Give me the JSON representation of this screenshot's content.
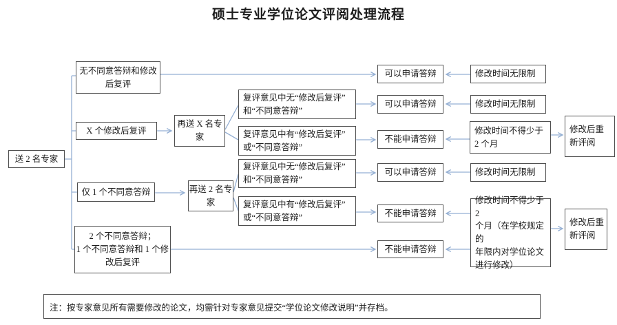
{
  "title": "硕士专业学位论文评阅处理流程",
  "colors": {
    "border": "#4f4f4f",
    "connector": "#94afd3",
    "text": "#1c1c1c"
  },
  "nodes": {
    "start": "送 2 名专家",
    "b1": "无不同意答辩和修改\n后复评",
    "b2": "X 个修改后复评",
    "b3": "仅 1 个不同意答辩",
    "b4": "2 个不同意答辩；\n1 个不同意答辩和 1 个修\n改后复评",
    "m1": "再送 X 名专\n家",
    "m2": "再送 2 名专\n家",
    "c1": "复评意见中无“修改后复评”\n和“不同意答辩”",
    "c2": "复评意见中有“修改后复评”\n或“不同意答辩”",
    "c3": "复评意见中无“修改后复评”\n和“不同意答辩”",
    "c4": "复评意见中有“修改后复评”\n或“不同意答辩”",
    "r1": "可以申请答辩",
    "r2": "可以申请答辩",
    "r3": "不能申请答辩",
    "r4": "可以申请答辩",
    "r5": "不能申请答辩",
    "r6": "不能申请答辩",
    "t1": "修改时间无限制",
    "t2": "修改时间无限制",
    "t3": "修改时间不得少于\n2 个月",
    "t4": "修改时间无限制",
    "t5": "修改时间不得少于 2\n个月（在学校规定的\n年限内对学位论文\n进行修改）",
    "u1": "修改后重\n新评阅",
    "u2": "修改后重\n新评阅"
  },
  "note": "注：按专家意见所有需要修改的论文，均需针对专家意见提交“学位论文修改说明”并存档。"
}
